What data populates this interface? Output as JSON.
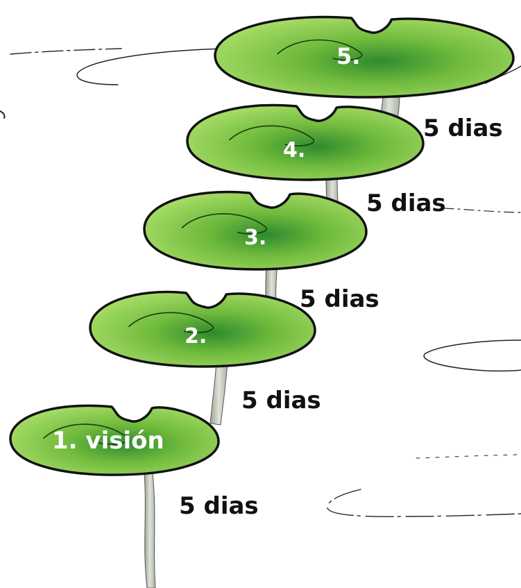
{
  "colors": {
    "leaf_light": "#9ad45a",
    "leaf_mid": "#6fba3c",
    "leaf_dark": "#2f8a2e",
    "outline": "#111111",
    "stem": "#cfd3c8",
    "stem_shadow": "#9aa193",
    "ripple": "#222222"
  },
  "leaves": [
    {
      "label": "1. visión"
    },
    {
      "label": "2."
    },
    {
      "label": "3."
    },
    {
      "label": "4."
    },
    {
      "label": "5."
    }
  ],
  "durations": [
    {
      "label": "5 dias"
    },
    {
      "label": "5 dias"
    },
    {
      "label": "5 dias"
    },
    {
      "label": "5 dias"
    },
    {
      "label": "5 dias"
    }
  ]
}
